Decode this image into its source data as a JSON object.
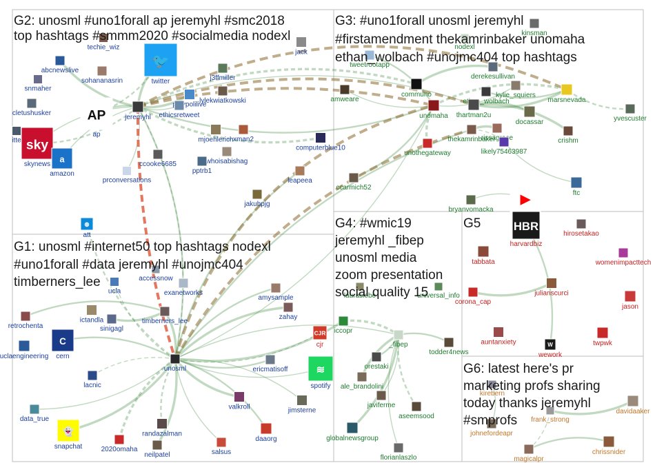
{
  "colors": {
    "edge": "#3f8a3f",
    "edge_dark": "#8a6a2e",
    "edge_red": "#d94b2b",
    "panel_border": "#bdbdbd",
    "label_blue": "#1c3f9e",
    "label_green": "#1e7b2e",
    "label_red": "#c41f1f",
    "label_orange": "#c2772a"
  },
  "groups": [
    {
      "id": "G1",
      "title_lines": [
        "G1: unosml #internet50 top hashtags nodexl",
        "#uno1forall #data jeremyhl #unojmc404",
        "timberners_lee"
      ]
    },
    {
      "id": "G2",
      "title_lines": [
        "G2: unosml #uno1forall ap jeremyhl #smc2018",
        "top hashtags #smmm2020 #socialmedia nodexl"
      ]
    },
    {
      "id": "G3",
      "title_lines": [
        "G3: #uno1forall unosml jeremyhl",
        "#firstamendment thekamrinbaker unomaha",
        "ethan_wolbach #unojmc404 top hashtags"
      ]
    },
    {
      "id": "G4",
      "title_lines": [
        "G4: #wmic19",
        "jeremyhl _fibep",
        "unosml media",
        "zoom presentation",
        "social quality 15"
      ]
    },
    {
      "id": "G5",
      "title_lines": [
        "G5"
      ]
    },
    {
      "id": "G6",
      "title_lines": [
        "G6: latest here's pr",
        "marketing profs sharing",
        "today thanks jeremyhl",
        "#smprofs"
      ]
    }
  ],
  "nodes": [
    {
      "label": "abcnewslive",
      "group": "G2",
      "icon": "avatar",
      "c": "#2a5a9a"
    },
    {
      "label": "techie_wiz",
      "group": "G2",
      "icon": "avatar",
      "c": "#7a5a4a"
    },
    {
      "label": "sohananasrin",
      "group": "G2",
      "icon": "avatar",
      "c": "#9a7a6a"
    },
    {
      "label": "twitter",
      "group": "G2",
      "icon": "twitter-logo",
      "c": "#1da1f2"
    },
    {
      "label": "snmaher",
      "group": "G2",
      "icon": "avatar",
      "c": "#6a6a8a"
    },
    {
      "label": "cletushusker",
      "group": "G2",
      "icon": "avatar",
      "c": "#5a6a7a"
    },
    {
      "label": "itte",
      "group": "G2",
      "icon": "avatar",
      "c": "#4a5a6a"
    },
    {
      "label": "skynews",
      "group": "G2",
      "icon": "sky-news-logo",
      "c": "#c8102e"
    },
    {
      "label": "amazon",
      "group": "G2",
      "icon": "amazon-logo",
      "c": "#1a73c8"
    },
    {
      "label": "ap",
      "group": "G2",
      "icon": "ap-logo",
      "c": "#111111"
    },
    {
      "label": "jeremyhl",
      "group": "G2",
      "icon": "avatar",
      "c": "#3a3a3a"
    },
    {
      "label": "polypolilive",
      "group": "G2",
      "icon": "avatar",
      "c": "#4a8ac8"
    },
    {
      "label": "j3ffmiller",
      "group": "G2",
      "icon": "avatar",
      "c": "#5a7a5a"
    },
    {
      "label": "lylekwiatkowski",
      "group": "G2",
      "icon": "avatar",
      "c": "#6a5a4a"
    },
    {
      "label": "ethicsretweet",
      "group": "G2",
      "icon": "avatar",
      "c": "#6a8aaa"
    },
    {
      "label": "mjoehlerich",
      "group": "G2",
      "icon": "avatar",
      "c": "#8a7a5a"
    },
    {
      "label": "xman2",
      "group": "G2",
      "icon": "avatar",
      "c": "#a85a3a"
    },
    {
      "label": "ccooke6685",
      "group": "G2",
      "icon": "avatar",
      "c": "#5a5a5a"
    },
    {
      "label": "prconversations",
      "group": "G2",
      "icon": "avatar",
      "c": "#c8d8e8"
    },
    {
      "label": "whoisabishag",
      "group": "G2",
      "icon": "avatar",
      "c": "#9a8a7a"
    },
    {
      "label": "pptrb1",
      "group": "G2",
      "icon": "avatar",
      "c": "#4a6a8a"
    },
    {
      "label": "jakubpjg",
      "group": "G2",
      "icon": "avatar",
      "c": "#7a6a3a"
    },
    {
      "label": "computerblue10",
      "group": "G2",
      "icon": "avatar",
      "c": "#2a2a5a"
    },
    {
      "label": "leapeea",
      "group": "G2",
      "icon": "avatar",
      "c": "#a87a5a"
    },
    {
      "label": "jack",
      "group": "G2",
      "icon": "avatar",
      "c": "#8a8a8a"
    },
    {
      "label": "att",
      "group": "G1",
      "icon": "att-logo",
      "c": "#0a8ad8"
    },
    {
      "label": "ucla",
      "group": "G1",
      "icon": "avatar",
      "c": "#4a7ab8"
    },
    {
      "label": "accessnow",
      "group": "G1",
      "icon": "avatar",
      "c": "#8a9aaa"
    },
    {
      "label": "exanetworks",
      "group": "G1",
      "icon": "avatar",
      "c": "#aab8c8"
    },
    {
      "label": "retrochenta",
      "group": "G1",
      "icon": "avatar",
      "c": "#8a4a4a"
    },
    {
      "label": "ictandla",
      "group": "G1",
      "icon": "avatar",
      "c": "#9a8a6a"
    },
    {
      "label": "sinigagl",
      "group": "G1",
      "icon": "avatar",
      "c": "#5a6a8a"
    },
    {
      "label": "timberners_lee",
      "group": "G1",
      "icon": "avatar",
      "c": "#6a5a5a"
    },
    {
      "label": "amysample",
      "group": "G1",
      "icon": "avatar",
      "c": "#9a7a6a"
    },
    {
      "label": "zahay",
      "group": "G1",
      "icon": "avatar",
      "c": "#7a5a5a"
    },
    {
      "label": "uclaengineering",
      "group": "G1",
      "icon": "avatar",
      "c": "#2a5a9a"
    },
    {
      "label": "cern",
      "group": "G1",
      "icon": "cern-logo",
      "c": "#1a3a8a"
    },
    {
      "label": "unosml",
      "group": "G1",
      "icon": "avatar",
      "c": "#2a2a2a"
    },
    {
      "label": "cjr",
      "group": "G1",
      "icon": "cjr-logo",
      "c": "#d23a2a"
    },
    {
      "label": "ericmatisoff",
      "group": "G1",
      "icon": "avatar",
      "c": "#6a7a8a"
    },
    {
      "label": "lacnic",
      "group": "G1",
      "icon": "avatar",
      "c": "#2a4a8a"
    },
    {
      "label": "spotify",
      "group": "G1",
      "icon": "spotify-logo",
      "c": "#1ed760"
    },
    {
      "label": "valkroll",
      "group": "G1",
      "icon": "avatar",
      "c": "#7a3a6a"
    },
    {
      "label": "jimsterne",
      "group": "G1",
      "icon": "avatar",
      "c": "#6a6a5a"
    },
    {
      "label": "data_true",
      "group": "G1",
      "icon": "avatar",
      "c": "#4a8a9a"
    },
    {
      "label": "snapchat",
      "group": "G1",
      "icon": "snapchat-logo",
      "c": "#fffc00"
    },
    {
      "label": "randazalman",
      "group": "G1",
      "icon": "avatar",
      "c": "#5a4a4a"
    },
    {
      "label": "daaorg",
      "group": "G1",
      "icon": "avatar",
      "c": "#c83a2a"
    },
    {
      "label": "2020omaha",
      "group": "G1",
      "icon": "avatar",
      "c": "#c82a2a"
    },
    {
      "label": "neilpatel",
      "group": "G1",
      "icon": "avatar",
      "c": "#6a5a4a"
    },
    {
      "label": "salsus",
      "group": "G1",
      "icon": "avatar",
      "c": "#c84a3a"
    },
    {
      "label": "tweetrootapp",
      "group": "G3",
      "icon": "avatar",
      "c": "#9ab8d8"
    },
    {
      "label": "nodexl",
      "group": "G3",
      "icon": "avatar",
      "c": "#c8d8c8"
    },
    {
      "label": "kinsman",
      "group": "G3",
      "icon": "avatar",
      "c": "#6a6a6a"
    },
    {
      "label": "amweare",
      "group": "G3",
      "icon": "avatar",
      "c": "#4a3a2a"
    },
    {
      "label": "communo",
      "group": "G3",
      "icon": "avatar",
      "c": "#111111"
    },
    {
      "label": "derekesullivan",
      "group": "G3",
      "icon": "avatar",
      "c": "#5a6a7a"
    },
    {
      "label": "ethan_wolbach",
      "group": "G3",
      "icon": "avatar",
      "c": "#3a3a3a"
    },
    {
      "label": "kylie_squiers",
      "group": "G3",
      "icon": "avatar",
      "c": "#8a7a6a"
    },
    {
      "label": "marsnevada",
      "group": "G3",
      "icon": "avatar",
      "c": "#e8c820"
    },
    {
      "label": "unomaha",
      "group": "G3",
      "icon": "avatar",
      "c": "#8a1a1a"
    },
    {
      "label": "thartman2u",
      "group": "G3",
      "icon": "avatar",
      "c": "#4a4a4a"
    },
    {
      "label": "docassar",
      "group": "G3",
      "icon": "avatar",
      "c": "#6a6a4a"
    },
    {
      "label": "yvescuster",
      "group": "G3",
      "icon": "avatar",
      "c": "#5a6a5a"
    },
    {
      "label": "rissagrace",
      "group": "G3",
      "icon": "avatar",
      "c": "#9a6a5a"
    },
    {
      "label": "crishm",
      "group": "G3",
      "icon": "avatar",
      "c": "#6a4a3a"
    },
    {
      "label": "thekamrinbaker",
      "group": "G3",
      "icon": "avatar",
      "c": "#7a5a4a"
    },
    {
      "label": "likely75463987",
      "group": "G3",
      "icon": "avatar",
      "c": "#5a3aaa"
    },
    {
      "label": "unothegateway",
      "group": "G3",
      "icon": "avatar",
      "c": "#c82a2a"
    },
    {
      "label": "ccarmich52",
      "group": "G3",
      "icon": "avatar",
      "c": "#6a5a4a"
    },
    {
      "label": "ftc",
      "group": "G3",
      "icon": "avatar",
      "c": "#3a6a9a"
    },
    {
      "label": "bryanvomacka",
      "group": "G3",
      "icon": "avatar",
      "c": "#5a6a4a"
    },
    {
      "label": "youtube",
      "group": "G5",
      "icon": "youtube-logo",
      "c": "#ff0000"
    },
    {
      "label": "harvardbiz",
      "group": "G5",
      "icon": "hbr-logo",
      "c": "#1a1a1a"
    },
    {
      "label": "hirosetakao",
      "group": "G5",
      "icon": "avatar",
      "c": "#6a5a5a"
    },
    {
      "label": "tabbata",
      "group": "G5",
      "icon": "avatar",
      "c": "#8a4a3a"
    },
    {
      "label": "womenimpacttech",
      "group": "G5",
      "icon": "avatar",
      "c": "#a83a9a"
    },
    {
      "label": "corona_cap",
      "group": "G5",
      "icon": "avatar",
      "c": "#c82a2a"
    },
    {
      "label": "julianscurci",
      "group": "G5",
      "icon": "avatar",
      "c": "#8a5a3a"
    },
    {
      "label": "jason",
      "group": "G5",
      "icon": "avatar",
      "c": "#c83a3a"
    },
    {
      "label": "auntanxiety",
      "group": "G5",
      "icon": "avatar",
      "c": "#9a4a4a"
    },
    {
      "label": "wework",
      "group": "G5",
      "icon": "wework-logo",
      "c": "#1a1a1a"
    },
    {
      "label": "twpwk",
      "group": "G5",
      "icon": "avatar",
      "c": "#c82a2a"
    },
    {
      "label": "lauraslebe",
      "group": "G4",
      "icon": "avatar",
      "c": "#8a8a6a"
    },
    {
      "label": "universal_info",
      "group": "G4",
      "icon": "avatar",
      "c": "#5a8a5a"
    },
    {
      "label": "iccopr",
      "group": "G4",
      "icon": "avatar",
      "c": "#2a8a3a"
    },
    {
      "label": "_fibep",
      "group": "G4",
      "icon": "avatar",
      "c": "#c8d8c8"
    },
    {
      "label": "todder4news",
      "group": "G4",
      "icon": "avatar",
      "c": "#5a4a3a"
    },
    {
      "label": "orestaki",
      "group": "G4",
      "icon": "avatar",
      "c": "#4a4a4a"
    },
    {
      "label": "ale_brandolini",
      "group": "G4",
      "icon": "avatar",
      "c": "#7a6a5a"
    },
    {
      "label": "javiferme",
      "group": "G4",
      "icon": "avatar",
      "c": "#6a5a4a"
    },
    {
      "label": "aseemsood",
      "group": "G4",
      "icon": "avatar",
      "c": "#5a4a3a"
    },
    {
      "label": "globalnewsgroup",
      "group": "G4",
      "icon": "avatar",
      "c": "#2a5a6a"
    },
    {
      "label": "florianlaszlo",
      "group": "G4",
      "icon": "avatar",
      "c": "#6a6a6a"
    },
    {
      "label": "kirebern",
      "group": "G6",
      "icon": "avatar",
      "c": "#8a8a9a"
    },
    {
      "label": "frank_strong",
      "group": "G6",
      "icon": "avatar",
      "c": "#9a9a9a"
    },
    {
      "label": "johnefordeapr",
      "group": "G6",
      "icon": "avatar",
      "c": "#7a6a5a"
    },
    {
      "label": "davidaaker",
      "group": "G6",
      "icon": "avatar",
      "c": "#9a8a7a"
    },
    {
      "label": "magicalpr",
      "group": "G6",
      "icon": "avatar",
      "c": "#8a6a5a"
    },
    {
      "label": "chrissnider",
      "group": "G6",
      "icon": "avatar",
      "c": "#8a5a3a"
    }
  ],
  "edges": [
    [
      "jeremyhl",
      "unosml"
    ],
    [
      "jeremyhl",
      "ap"
    ],
    [
      "jeremyhl",
      "twitter"
    ],
    [
      "jeremyhl",
      "amazon"
    ],
    [
      "jeremyhl",
      "skynews"
    ],
    [
      "jeremyhl",
      "polypolilive"
    ],
    [
      "jeremyhl",
      "thartman2u"
    ],
    [
      "jeremyhl",
      "unomaha"
    ],
    [
      "jeremyhl",
      "communo"
    ],
    [
      "unosml",
      "unomaha"
    ],
    [
      "unosml",
      "thekamrinbaker"
    ],
    [
      "unosml",
      "timberners_lee"
    ],
    [
      "unosml",
      "ucla"
    ],
    [
      "unosml",
      "cern"
    ],
    [
      "unosml",
      "snapchat"
    ],
    [
      "unosml",
      "spotify"
    ],
    [
      "unosml",
      "att"
    ],
    [
      "unosml",
      "iccopr"
    ],
    [
      "unosml",
      "_fibep"
    ],
    [
      "unosml",
      "jeremyhl"
    ],
    [
      "unomaha",
      "marsnevada"
    ],
    [
      "unomaha",
      "kylie_squiers"
    ],
    [
      "thartman2u",
      "docassar"
    ],
    [
      "thartman2u",
      "marsnevada"
    ],
    [
      "thekamrinbaker",
      "likely75463987"
    ],
    [
      "ethan_wolbach",
      "marsnevada"
    ],
    [
      "communo",
      "derekesullivan"
    ],
    [
      "jeremyhl",
      "ethicsretweet"
    ],
    [
      "twitter",
      "ap"
    ],
    [
      "abcnewslive",
      "jeremyhl"
    ],
    [
      "skynews",
      "jeremyhl"
    ],
    [
      "leapeea",
      "unosml"
    ],
    [
      "computerblue10",
      "jeremyhl"
    ],
    [
      "prconversations",
      "jeremyhl"
    ],
    [
      "retrochenta",
      "timberners_lee"
    ],
    [
      "sinigagl",
      "timberners_lee"
    ],
    [
      "lacnic",
      "unosml"
    ],
    [
      "amysample",
      "unosml"
    ],
    [
      "valkroll",
      "unosml"
    ],
    [
      "jimsterne",
      "unosml"
    ],
    [
      "randazalman",
      "unosml"
    ],
    [
      "neilpatel",
      "unosml"
    ],
    [
      "salsus",
      "unosml"
    ],
    [
      "daaorg",
      "unosml"
    ],
    [
      "2020omaha",
      "unosml"
    ],
    [
      "data_true",
      "unosml"
    ],
    [
      "ericmatisoff",
      "unosml"
    ],
    [
      "zahay",
      "unosml"
    ],
    [
      "cjr",
      "unosml"
    ],
    [
      "orestaki",
      "_fibep"
    ],
    [
      "ale_brandolini",
      "_fibep"
    ],
    [
      "javiferme",
      "_fibep"
    ],
    [
      "aseemsood",
      "_fibep"
    ],
    [
      "globalnewsgroup",
      "_fibep"
    ],
    [
      "florianlaszlo",
      "_fibep"
    ],
    [
      "todder4news",
      "_fibep"
    ],
    [
      "iccopr",
      "_fibep"
    ],
    [
      "youtube",
      "bryanvomacka"
    ],
    [
      "harvardbiz",
      "wework"
    ],
    [
      "corona_cap",
      "julianscurci"
    ],
    [
      "frank_strong",
      "magicalpr"
    ],
    [
      "chrissnider",
      "magicalpr"
    ],
    [
      "davidaaker",
      "frank_strong"
    ],
    [
      "johnefordeapr",
      "kirebern"
    ],
    [
      "yvescuster",
      "marsnevada"
    ],
    [
      "crishm",
      "thartman2u"
    ],
    [
      "ftc",
      "likely75463987"
    ],
    [
      "ccarmich52",
      "unomaha"
    ],
    [
      "unothegateway",
      "unomaha"
    ],
    [
      "amweare",
      "unomaha"
    ],
    [
      "tweetrootapp",
      "unomaha"
    ],
    [
      "rissagrace",
      "thekamrinbaker"
    ]
  ],
  "heavy_edges": [
    [
      "jeremyhl",
      "unomaha"
    ],
    [
      "jeremyhl",
      "thartman2u"
    ],
    [
      "unosml",
      "thekamrinbaker"
    ],
    [
      "jeremyhl",
      "marsnevada"
    ],
    [
      "unosml",
      "unomaha"
    ]
  ],
  "red_edges": [
    [
      "jeremyhl",
      "unosml"
    ]
  ]
}
